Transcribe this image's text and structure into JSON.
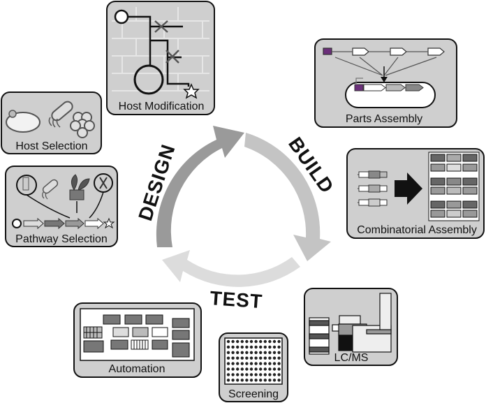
{
  "cycle": {
    "design_label": "DESIGN",
    "build_label": "BUILD",
    "test_label": "TEST"
  },
  "panels": {
    "host_modification": "Host Modification",
    "host_selection": "Host Selection",
    "pathway_selection": "Pathway Selection",
    "parts_assembly": "Parts Assembly",
    "combinatorial_assembly": "Combinatorial Assembly",
    "lcms": "LC/MS",
    "screening": "Screening",
    "automation": "Automation"
  },
  "colors": {
    "design_arrow": "#9a9a9a",
    "build_arrow": "#c4c4c4",
    "test_arrow": "#dcdcdc",
    "panel_fill": "#cfcfcf",
    "panel_stroke": "#111111",
    "part_purple": "#6b2f7a"
  }
}
